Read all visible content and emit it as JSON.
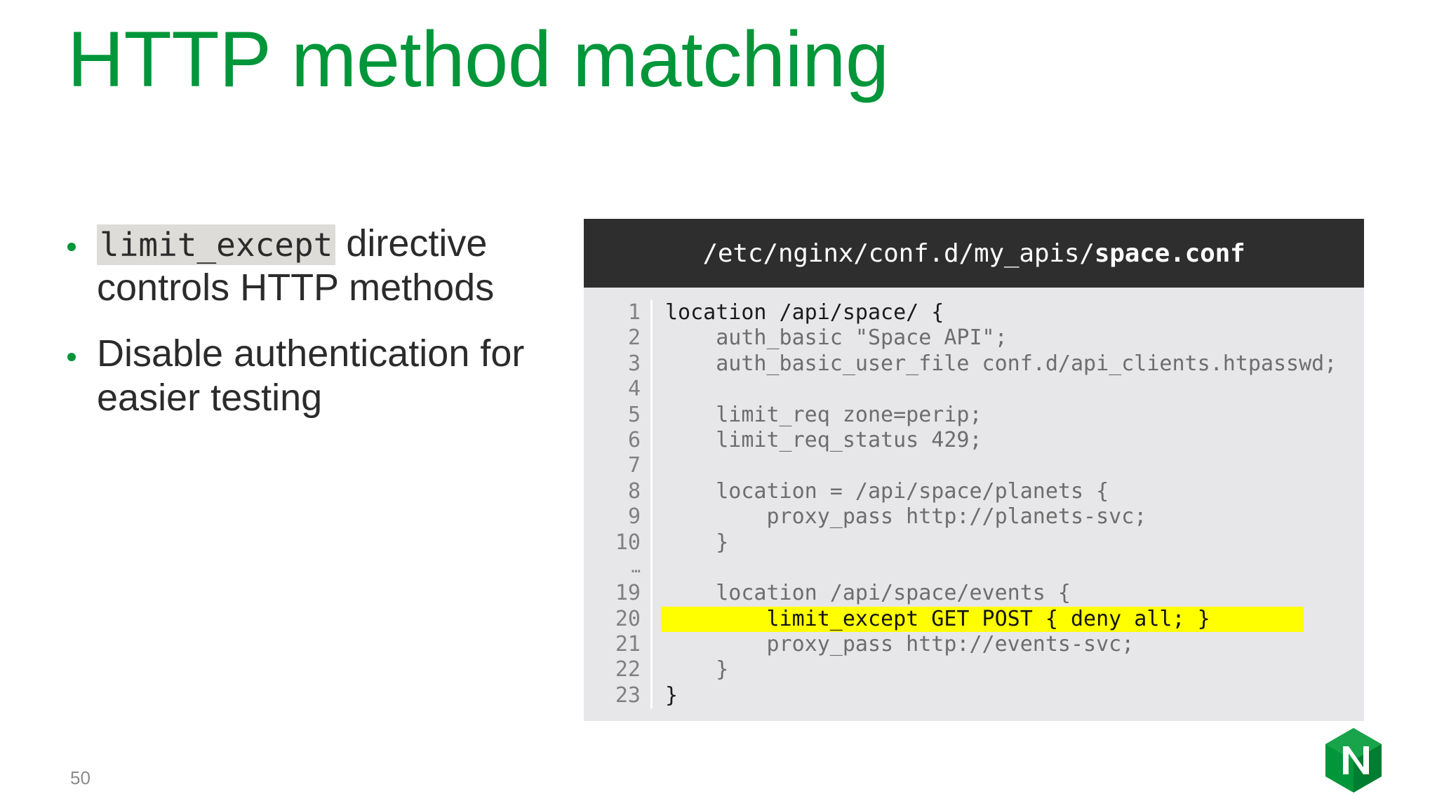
{
  "slide": {
    "title": "HTTP method matching",
    "page_number": "50",
    "accent_color": "#009639",
    "logo_name": "nginx-logo",
    "logo_letter": "N"
  },
  "bullets": [
    {
      "code": "limit_except",
      "text": " directive controls HTTP methods"
    },
    {
      "code": "",
      "text": "Disable authentication for easier testing"
    }
  ],
  "code_panel": {
    "header": {
      "path_prefix": "/etc/nginx/conf.d/my_apis/",
      "path_file": "space.conf"
    },
    "line_numbers": [
      "1",
      "2",
      "3",
      "4",
      "5",
      "6",
      "7",
      "8",
      "9",
      "10",
      "…",
      "19",
      "20",
      "21",
      "22",
      "23"
    ],
    "lines": [
      "location /api/space/ {",
      "    auth_basic \"Space API\";",
      "    auth_basic_user_file conf.d/api_clients.htpasswd;",
      "",
      "    limit_req zone=perip;",
      "    limit_req_status 429;",
      "",
      "    location = /api/space/planets {",
      "        proxy_pass http://planets-svc;",
      "    }",
      "",
      "    location /api/space/events {",
      "        limit_except GET POST { deny all; }",
      "        proxy_pass http://events-svc;",
      "    }",
      "}"
    ],
    "highlight_color": "#ffff00",
    "header_bg": "#2e2e2e",
    "body_bg": "#e7e7e9"
  }
}
